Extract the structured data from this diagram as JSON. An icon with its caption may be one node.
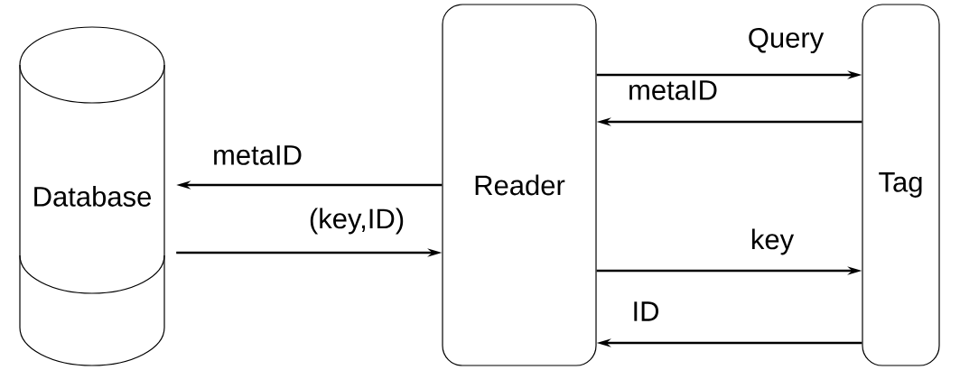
{
  "diagram": {
    "nodes": [
      {
        "text": [
          "Database"
        ]
      },
      {
        "text": [
          "Reader"
        ]
      },
      {
        "text": [
          "Tag"
        ]
      }
    ],
    "edges": [
      {
        "from": 1,
        "to": 2,
        "arrow": "to",
        "label": "Query"
      },
      {
        "from": 2,
        "to": 1,
        "arrow": "to",
        "label": "metaID"
      },
      {
        "from": 1,
        "to": 0,
        "arrow": "to",
        "label": "metaID"
      },
      {
        "from": 0,
        "to": 1,
        "arrow": "to",
        "label": "(key,ID)"
      },
      {
        "from": 1,
        "to": 2,
        "arrow": "to",
        "label": "key"
      },
      {
        "from": 2,
        "to": 1,
        "arrow": "to",
        "label": "ID"
      }
    ]
  }
}
